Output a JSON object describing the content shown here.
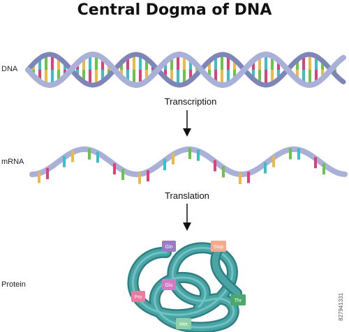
{
  "title": "Central Dogma of DNA",
  "labels": {
    "dna": "DNA",
    "mrna": "mRNA",
    "protein": "Protein"
  },
  "steps": {
    "transcription": "Transcription",
    "translation": "Translation"
  },
  "amino_acids": [
    {
      "name": "Gln",
      "color": "#9a7bc4"
    },
    {
      "name": "Stop",
      "color": "#f6a98f"
    },
    {
      "name": "Glu",
      "color": "#d47ac4"
    },
    {
      "name": "Pro",
      "color": "#ef7aa0"
    },
    {
      "name": "Thr",
      "color": "#4aa86a"
    },
    {
      "name": "Met",
      "color": "#8fd0a8"
    }
  ],
  "watermark_id": "827941331",
  "colors": {
    "backbone": "#a9b1d8",
    "backbone_dark": "#7e86b8",
    "base_yellow": "#e9b94a",
    "base_green": "#6cc24a",
    "base_pink": "#e0407a",
    "base_cyan": "#3bbfc6",
    "protein": "#4aa4a4",
    "protein_dark": "#2e7f84"
  }
}
